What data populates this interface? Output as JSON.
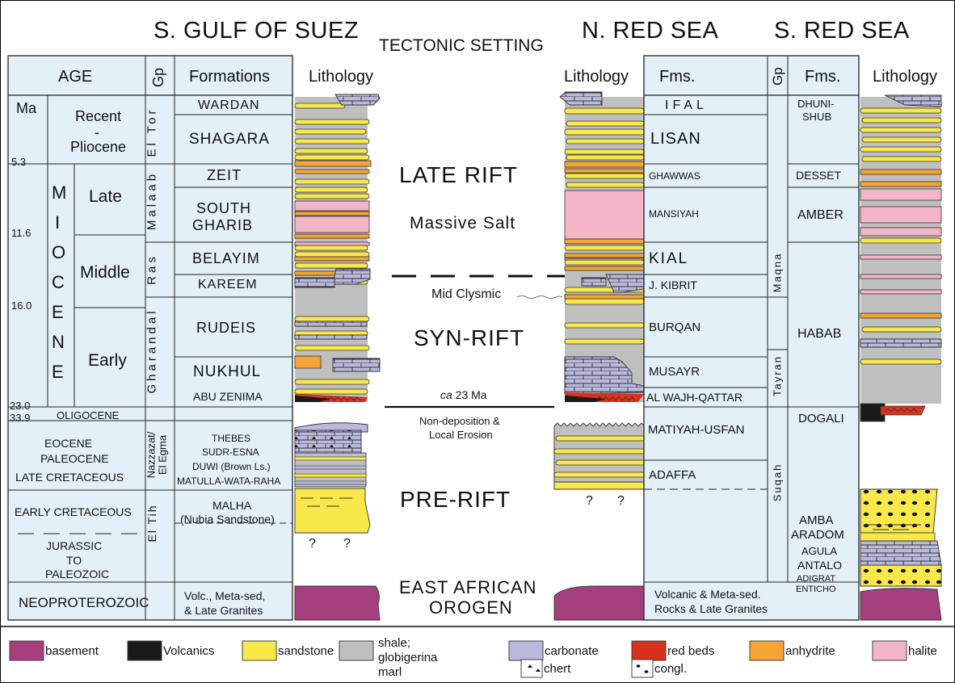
{
  "headers": {
    "gulf": "S. GULF OF SUEZ",
    "tectonic": "TECTONIC SETTING",
    "nred": "N. RED SEA",
    "sred": "S. RED SEA"
  },
  "colheads": {
    "age": "AGE",
    "gp": "Gp",
    "formations": "Formations",
    "lithology_left": "Lithology",
    "lithology_mid": "Lithology",
    "fms_n": "Fms.",
    "gp_n": "Gp",
    "fms_s": "Fms.",
    "lithology_right": "Lithology"
  },
  "ages": {
    "ma": "Ma",
    "ticks": [
      "5.3",
      "11.6",
      "16.0",
      "23.0",
      "33.9"
    ],
    "recent": "Recent",
    "dash": "-",
    "pliocene": "Pliocene",
    "late": "Late",
    "middle": "Middle",
    "early": "Early",
    "miocene_letters": [
      "M",
      "I",
      "O",
      "C",
      "E",
      "N",
      "E"
    ],
    "oligocene": "OLIGOCENE",
    "eocene": "EOCENE",
    "paleocene": "PALEOCENE",
    "late_cretaceous": "LATE CRETACEOUS",
    "early_cretaceous": "EARLY CRETACEOUS",
    "jurassic": "JURASSIC",
    "to": "TO",
    "paleozoic": "PALEOZOIC",
    "neoproterozoic": "NEOPROTEROZOIC"
  },
  "groups_left": [
    "El Tor",
    "Malaab",
    "Ras",
    "Gharandal",
    "Nazzazat/",
    "El Egma",
    "El Tih"
  ],
  "formations_left": {
    "wardan": "WARDAN",
    "shagara": "SHAGARA",
    "zeit": "ZEIT",
    "south": "SOUTH",
    "gharib": "GHARIB",
    "belayim": "BELAYIM",
    "kareem": "KAREEM",
    "rudeis": "RUDEIS",
    "nukhul": "NUKHUL",
    "abu_zenima": "ABU ZENIMA",
    "thebes": "THEBES",
    "sudr_esna": "SUDR-ESNA",
    "duwi": "DUWI (Brown Ls.)",
    "matulla": "MATULLA-WATA-RAHA",
    "malha": "MALHA",
    "nubia": "(Nubia Sandstone)",
    "volc1": "Volc., Meta-sed,",
    "volc2": "& Late Granites"
  },
  "tectonic": {
    "late_rift": "LATE RIFT",
    "massive_salt": "Massive Salt",
    "mid_clysmic": "Mid Clysmic",
    "syn_rift": "SYN-RIFT",
    "ca": "ca",
    "ca_rest": " 23 Ma",
    "nondep1": "Non-deposition &",
    "nondep2": "Local Erosion",
    "pre_rift": "PRE-RIFT",
    "east1": "EAST AFRICAN",
    "east2": "OROGEN",
    "qmark": "?"
  },
  "formations_nred": {
    "ifal": "IFAL",
    "lisan": "LISAN",
    "ghawwas": "GHAWWAS",
    "mansiyah": "MANSIYAH",
    "kial": "KIAL",
    "jkibrit": "J. KIBRIT",
    "burqan": "BURQAN",
    "musayr": "MUSAYR",
    "alwajh": "AL WAJH-QATTAR",
    "matiyah": "MATIYAH-USFAN",
    "adaffa": "ADAFFA",
    "volc1": "Volcanic & Meta-sed.",
    "volc2": "Rocks & Late Granites"
  },
  "groups_nred": [
    "Maqna",
    "Tayran",
    "Suqah"
  ],
  "formations_sred": {
    "dhuni1": "DHUNI-",
    "dhuni2": "SHUB",
    "desset": "DESSET",
    "amber": "AMBER",
    "habab": "HABAB",
    "dogali": "DOGALI",
    "amba": "AMBA",
    "aradom": "ARADOM",
    "agula": "AGULA",
    "antalo": "ANTALO",
    "adigrat": "ADIGRAT",
    "enticho": "ENTICHO"
  },
  "legend": {
    "basement": "basement",
    "volcanics": "Volcanics",
    "sandstone": "sandstone",
    "shale1": "shale;",
    "shale2": "globigerina",
    "shale3": "marl",
    "carbonate": "carbonate",
    "chert": "chert",
    "redbeds": "red beds",
    "congl": "congl.",
    "anhydrite": "anhydrite",
    "halite": "halite"
  },
  "colors": {
    "panel": "#e3f0f8",
    "basement": "#a63f7e",
    "volcanics": "#1a1a1a",
    "sandstone": "#f8e84a",
    "shale": "#bfbfbf",
    "carbonate": "#b9b9dd",
    "redbeds": "#d8321f",
    "anhydrite": "#f4a533",
    "halite": "#f4b5c9"
  }
}
